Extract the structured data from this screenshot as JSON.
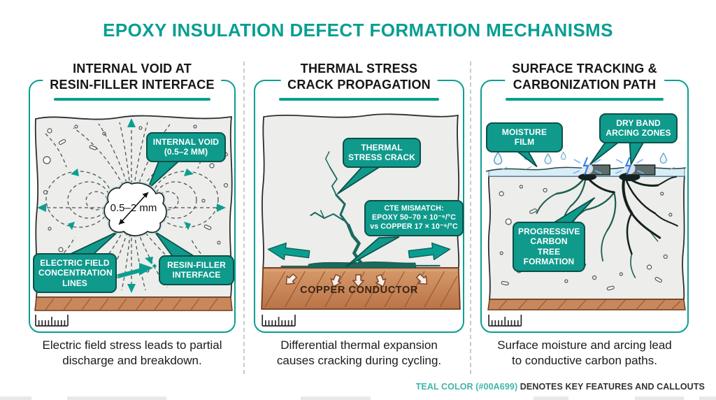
{
  "accent_color": "#00A699",
  "main_title": "EPOXY INSULATION DEFECT FORMATION MECHANISMS",
  "panels": [
    {
      "title": "INTERNAL VOID AT\nRESIN-FILLER INTERFACE",
      "caption": "Electric field stress leads to partial\ndischarge and breakdown.",
      "void_label": "0.5–2 mm",
      "callouts": {
        "internal_void": "INTERNAL VOID\n(0.5–2 MM)",
        "efield": "ELECTRIC FIELD\nCONCENTRATION\nLINES",
        "resin": "RESIN-FILLER\nINTERFACE"
      }
    },
    {
      "title": "THERMAL STRESS\nCRACK PROPAGATION",
      "caption": "Differential thermal expansion\ncauses cracking during cycling.",
      "conductor_label": "COPPER CONDUCTOR",
      "callouts": {
        "thermal": "THERMAL\nSTRESS CRACK",
        "cte": "CTE MISMATCH:\nEPOXY 50–70 × 10⁻⁶/°C\nvs COPPER 17 × 10⁻⁶/°C"
      }
    },
    {
      "title": "SURFACE TRACKING &\nCARBONIZATION PATH",
      "caption": "Surface moisture and arcing lead\nto conductive carbon paths.",
      "callouts": {
        "moisture": "MOISTURE FILM",
        "dryband": "DRY BAND\nARCING ZONES",
        "carbon": "PROGRESSIVE\nCARBON TREE\nFORMATION"
      }
    }
  ],
  "footer": {
    "teal_part": "TEAL COLOR (#00A699)",
    "rest": " DENOTES KEY FEATURES AND CALLOUTS"
  }
}
